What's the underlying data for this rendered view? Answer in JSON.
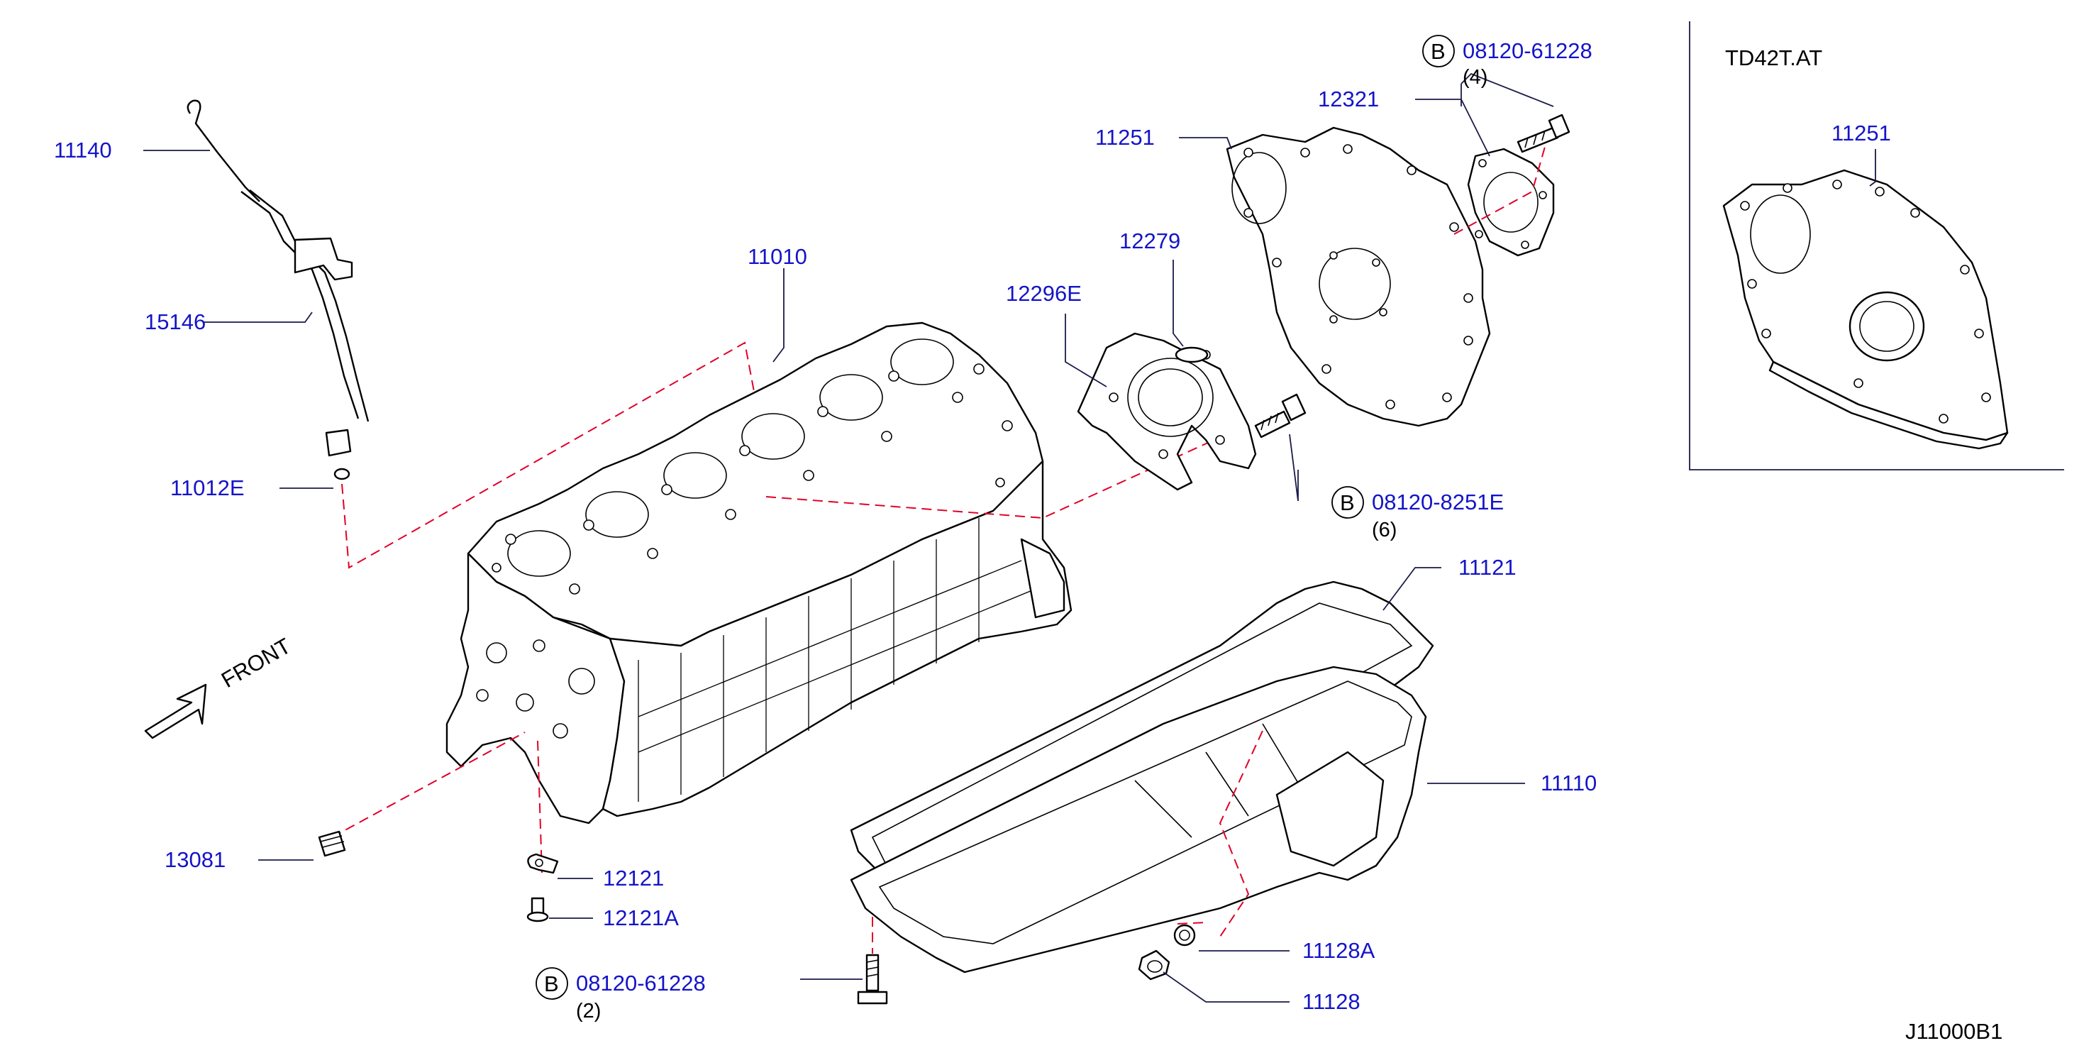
{
  "figure_code": "J11000B1",
  "inset": {
    "title": "TD42T.AT",
    "part_number": "11251"
  },
  "front_label": "FRONT",
  "bolt_symbol": "B",
  "callouts": {
    "dipstick": "11140",
    "dipstick_tube": "15146",
    "o_ring": "11012E",
    "cylinder_block": "11010",
    "drain_plug_block": "13081",
    "clip": "12121",
    "clip_bolt": "12121A",
    "pan_bolt": "08120-61228",
    "pan_bolt_qty": "(2)",
    "rear_seal_retainer": "12296E",
    "rear_oil_seal": "12279",
    "retainer_bolt": "08120-8251E",
    "retainer_bolt_qty": "(6)",
    "rear_plate": "11251",
    "rear_plate_seal": "12321",
    "plate_bolt": "08120-61228",
    "plate_bolt_qty": "(4)",
    "oil_pan_gasket": "11121",
    "oil_pan": "11110",
    "drain_washer": "11128A",
    "drain_plug": "11128"
  }
}
